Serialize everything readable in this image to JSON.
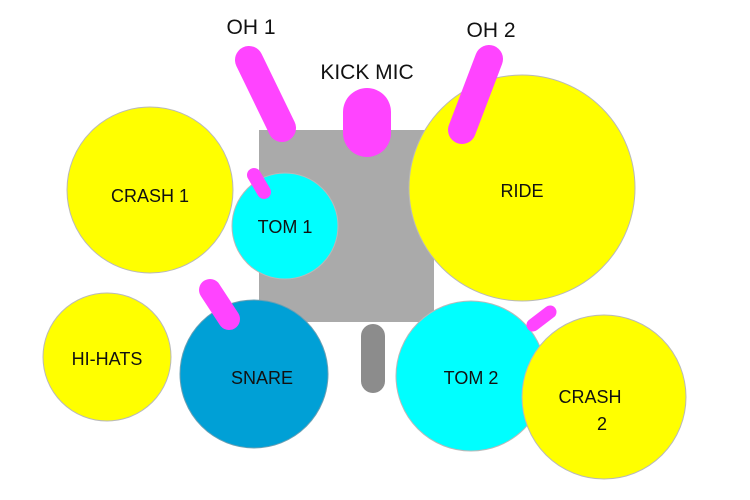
{
  "colors": {
    "cymbal": "#ffff00",
    "tom": "#00ffff",
    "snare": "#00a0d6",
    "kick": "#aaaaaa",
    "mic": "#ff44ff",
    "pedal": "#8c8c8c",
    "outline": "#b9b9b9"
  },
  "labels": {
    "oh1": "OH 1",
    "oh2": "OH 2",
    "kick_mic": "KICK MIC",
    "crash1": "CRASH 1",
    "tom1": "TOM 1",
    "ride": "RIDE",
    "hihats": "HI-HATS",
    "snare": "SNARE",
    "tom2": "TOM 2",
    "crash2_line1": "CRASH",
    "crash2_line2": "2"
  }
}
